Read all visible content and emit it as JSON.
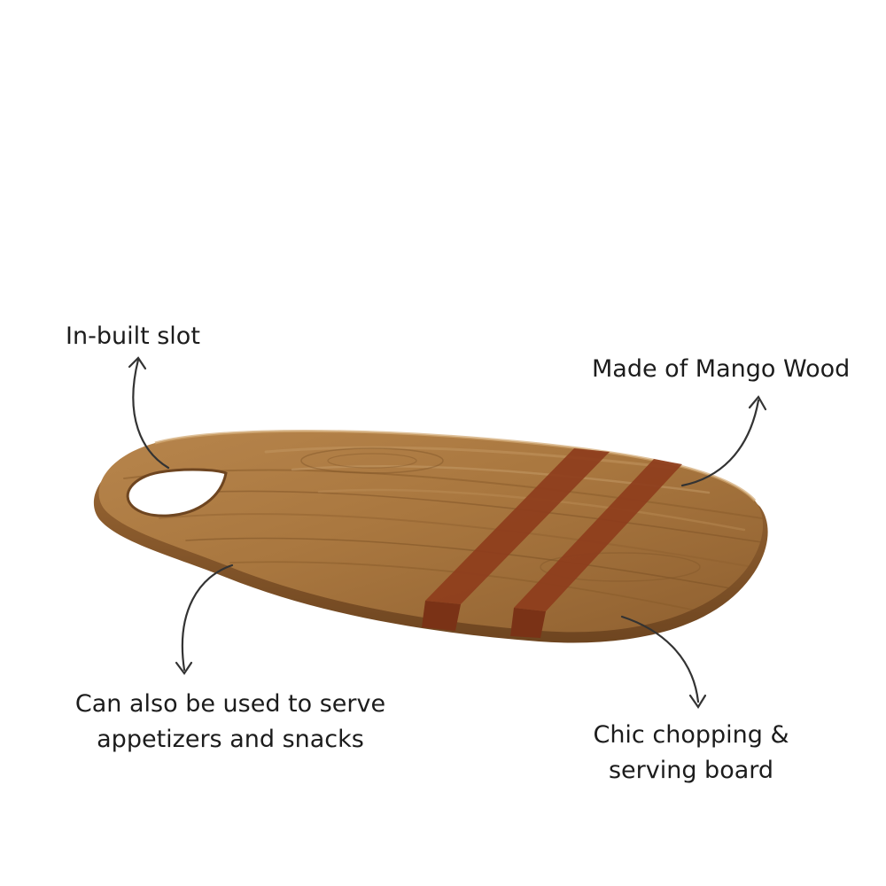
{
  "annotations": {
    "slot": "In-built slot",
    "wood": "Made of Mango Wood",
    "serve_line1": "Can also be used to serve",
    "serve_line2": "appetizers and snacks",
    "chic_line1": "Chic chopping &",
    "chic_line2": "serving board"
  },
  "colors": {
    "background": "#ffffff",
    "wood_base": "#a6763f",
    "wood_dark": "#7a4f25",
    "wood_light": "#c49762",
    "stripe": "#8e3d1c",
    "arrow": "#333333",
    "text": "#1c1c1c"
  }
}
